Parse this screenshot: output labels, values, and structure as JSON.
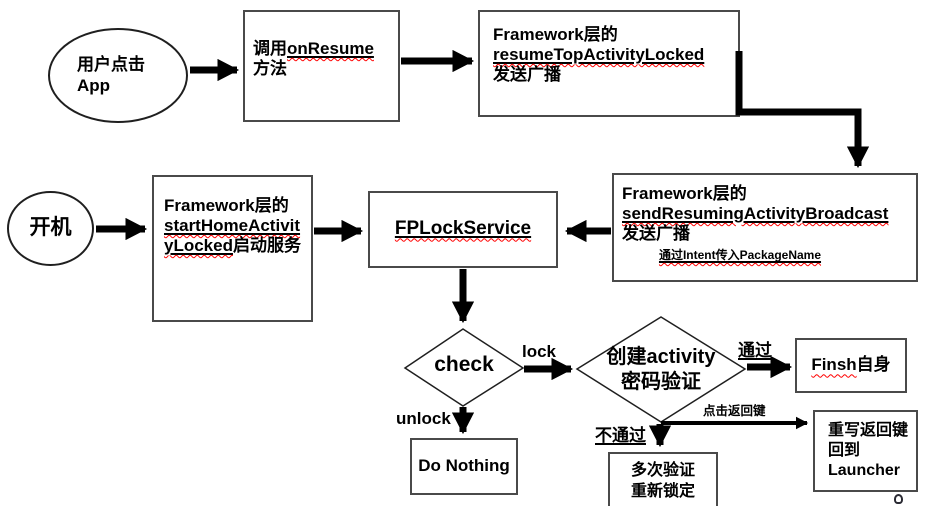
{
  "flowchart": {
    "nodes": {
      "user_click": {
        "line1": "用户点击",
        "line2": "App"
      },
      "call_onresume": {
        "prefix": "调用",
        "term": "onResume",
        "line2": "方法"
      },
      "resume_top": {
        "line1": "Framework层的",
        "term": "resumeTopActivityLocked",
        "line3": "发送广播"
      },
      "send_resuming": {
        "line1": "Framework层的",
        "term": "sendResumingActivityBroadcast",
        "line3": "发送广播",
        "note": "通过Intent传入PackageName"
      },
      "boot": {
        "label": "开机"
      },
      "start_home": {
        "line1": "Framework层的",
        "term1": "startHomeActivit",
        "term2": "yLocked",
        "suffix": "启动服务"
      },
      "fplock_service": {
        "label": "FPLockService"
      },
      "check": {
        "label": "check"
      },
      "create_activity": {
        "line1": "创建activity",
        "line2": "密码验证"
      },
      "do_nothing": {
        "label": "Do Nothing"
      },
      "finsh_self": {
        "term": "Finsh",
        "suffix": "自身"
      },
      "multi_verify": {
        "line1": "多次验证",
        "line2": "重新锁定"
      },
      "rewrite_back": {
        "line1": "重写返回键",
        "line2": "回到",
        "line3": "Launcher"
      }
    },
    "edge_labels": {
      "lock": "lock",
      "unlock": "unlock",
      "pass": "通过",
      "fail": "不通过",
      "back_key": "点击返回键"
    },
    "colors": {
      "background": "#ffffff",
      "text": "#000000",
      "arrow": "#000000",
      "box_border": "#4a4a4a",
      "shape_border": "#1f1f1f",
      "squiggle": "#ff0000"
    }
  }
}
